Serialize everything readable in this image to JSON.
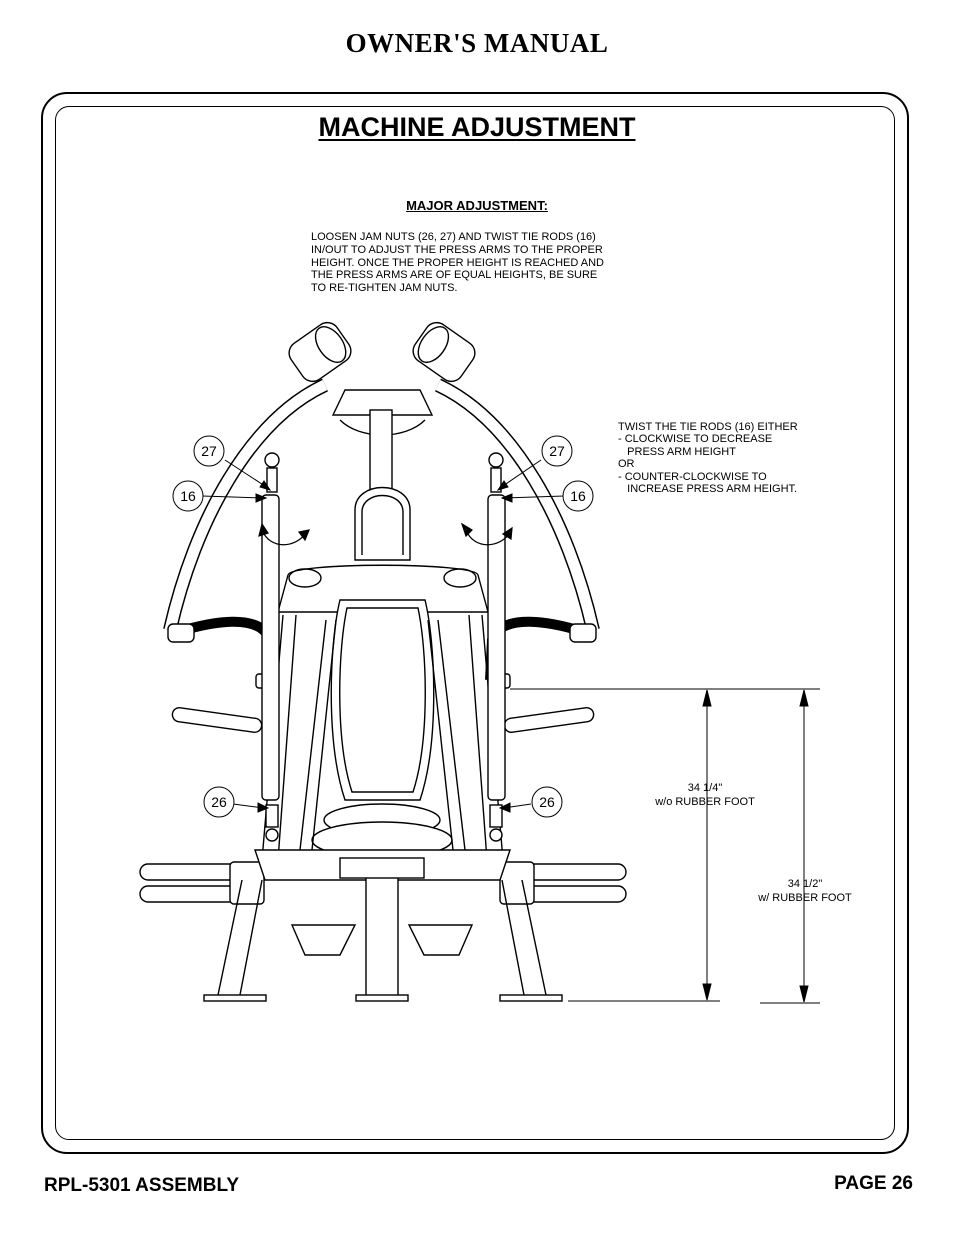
{
  "header": {
    "title": "OWNER'S MANUAL"
  },
  "section": {
    "title": "MACHINE ADJUSTMENT"
  },
  "major": {
    "heading": "MAJOR ADJUSTMENT:",
    "lines": [
      "LOOSEN JAM NUTS (26, 27) AND TWIST TIE RODS (16)",
      "IN/OUT TO ADJUST THE PRESS ARMS TO THE PROPER",
      "HEIGHT.  ONCE THE PROPER HEIGHT IS REACHED AND",
      "THE PRESS ARMS ARE OF EQUAL HEIGHTS, BE SURE",
      "TO RE-TIGHTEN JAM NUTS."
    ]
  },
  "twist": {
    "lines": [
      "TWIST THE TIE RODS (16) EITHER",
      "- CLOCKWISE TO DECREASE",
      "   PRESS ARM HEIGHT",
      "OR",
      "- COUNTER-CLOCKWISE TO",
      "   INCREASE PRESS ARM HEIGHT."
    ]
  },
  "dimensions": {
    "without_foot_value": "34 1/4\"",
    "without_foot_label": "w/o RUBBER FOOT",
    "with_foot_value": "34 1/2\"",
    "with_foot_label": "w/ RUBBER FOOT"
  },
  "callouts": {
    "jam_nut_top": "27",
    "tie_rod": "16",
    "jam_nut_bottom": "26"
  },
  "footer": {
    "model": "RPL-5301 ASSEMBLY",
    "page": "PAGE 26"
  }
}
